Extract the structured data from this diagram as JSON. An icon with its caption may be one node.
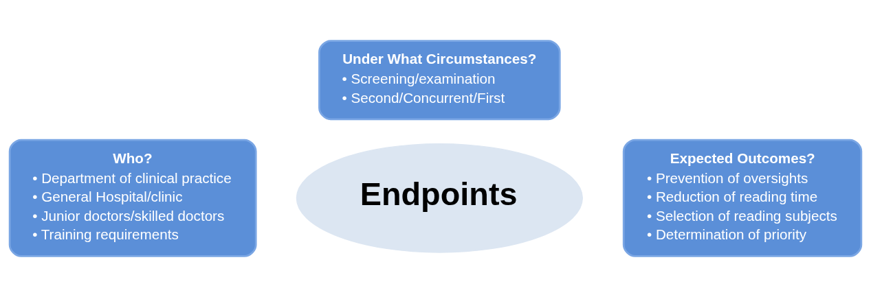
{
  "diagram": {
    "nodes": [
      {
        "text": [
          "Under What Circumstances?",
          "• Screening/examination",
          "• Second/Concurrent/First"
        ]
      },
      {
        "text": [
          "Who?",
          "• Department of clinical practice",
          "• General Hospital/clinic",
          "• Junior doctors/skilled doctors",
          "• Training requirements"
        ]
      },
      {
        "text": [
          "Endpoints"
        ]
      },
      {
        "text": [
          "Expected Outcomes?",
          "• Prevention of oversights",
          "• Reduction of reading time",
          "• Selection of reading subjects",
          "• Determination of priority"
        ]
      }
    ]
  }
}
